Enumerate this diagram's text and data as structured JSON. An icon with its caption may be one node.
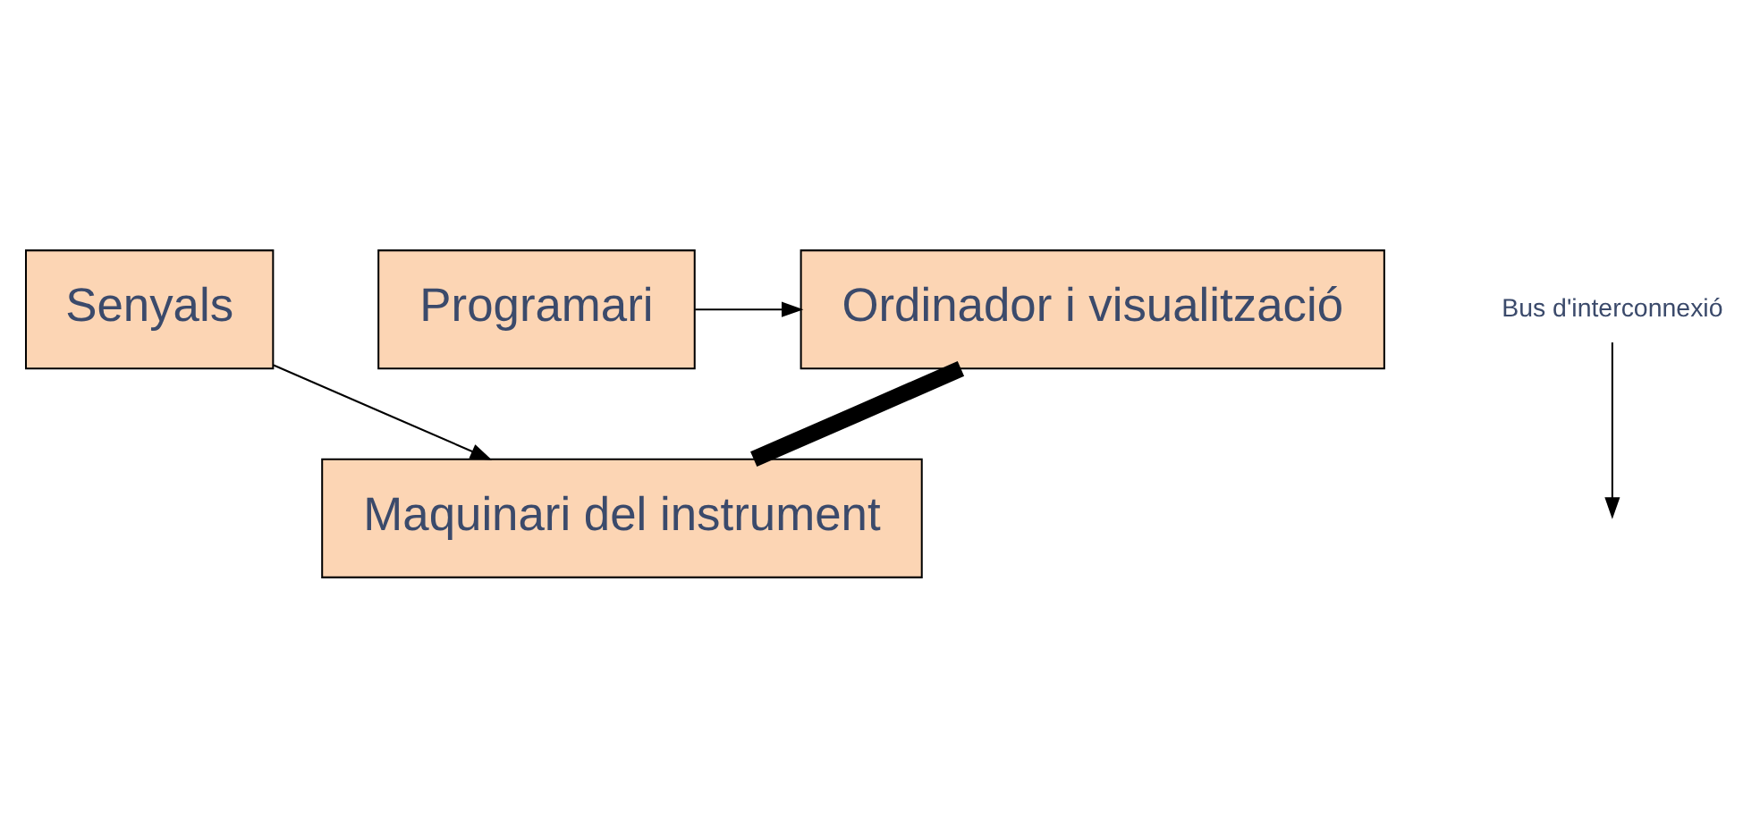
{
  "diagram": {
    "nodes": [
      {
        "text": [
          "Ordinador i visualització"
        ]
      },
      {
        "text": [
          "Senyals"
        ]
      },
      {
        "text": [
          "Programari"
        ]
      },
      {
        "text": [
          "Maquinari del instrument"
        ]
      },
      {
        "text": [
          "Bus d'interconnexió"
        ]
      }
    ],
    "edges": [
      {
        "from": 2,
        "to": 0,
        "arrow": "to"
      },
      {
        "from": 1,
        "to": 3,
        "arrow": "to"
      },
      {
        "from": 0,
        "to": 3,
        "arrow": "none",
        "style": "thick"
      },
      {
        "from": 4,
        "to": null,
        "arrow": "to"
      }
    ]
  }
}
